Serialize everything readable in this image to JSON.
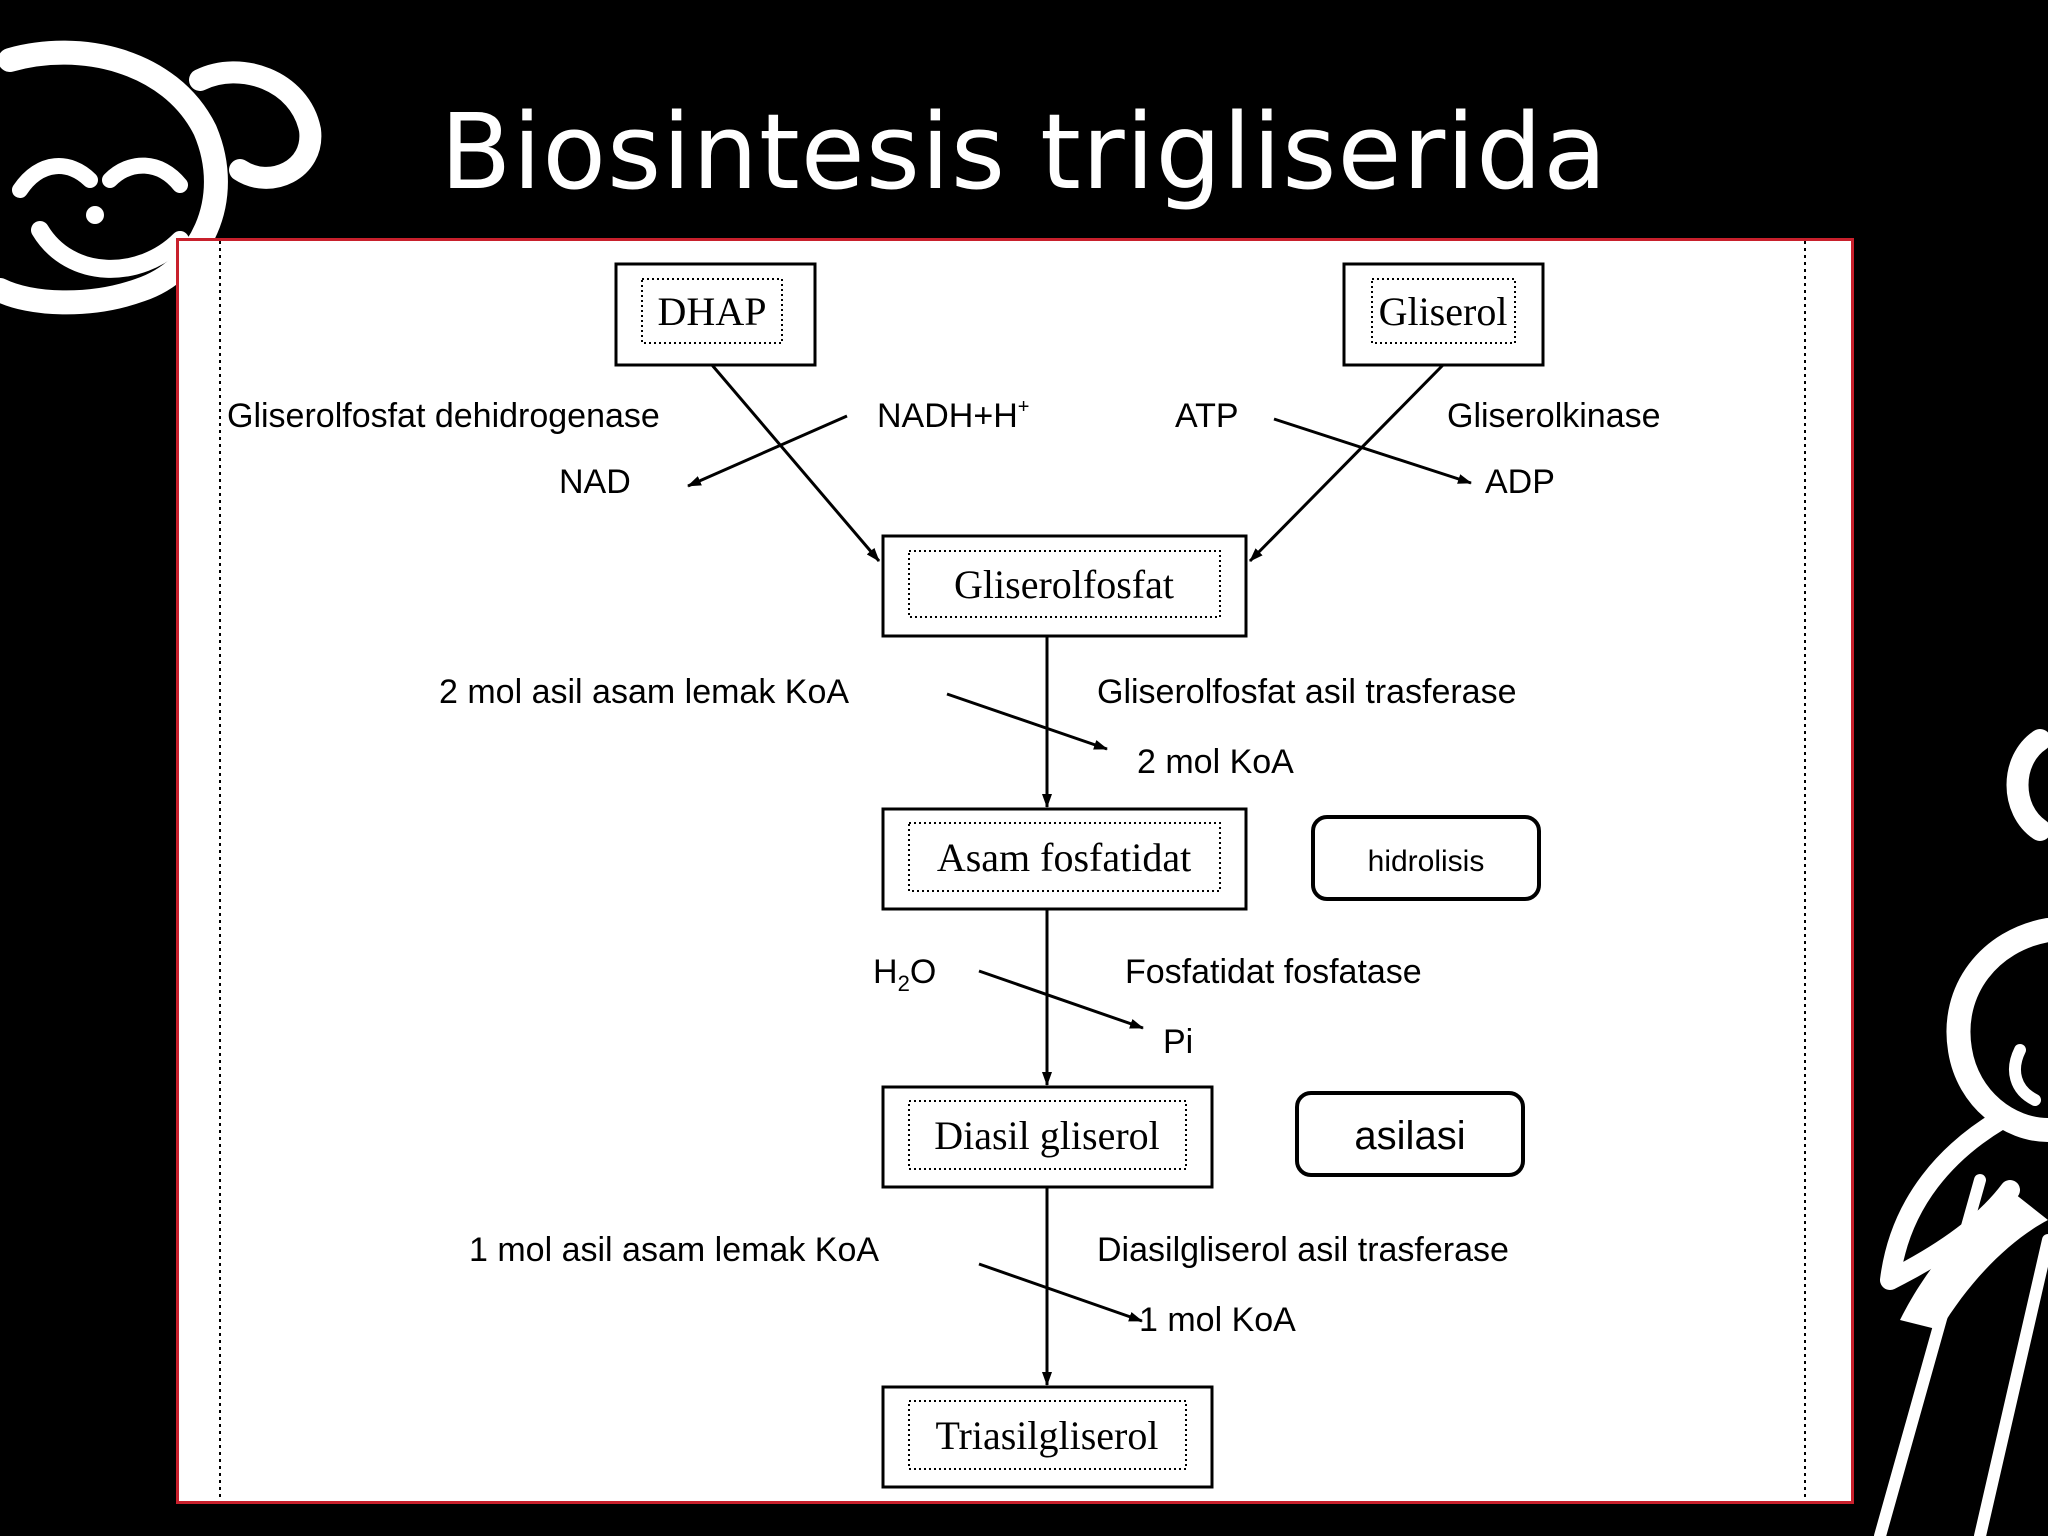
{
  "slide": {
    "title": "Biosintesis trigliserida"
  },
  "diagram": {
    "compounds": {
      "dhap": "DHAP",
      "gliserol": "Gliserol",
      "gliserolfosfat": "Gliserolfosfat",
      "asam_fosfatidat": "Asam fosfatidat",
      "diasil_gliserol": "Diasil gliserol",
      "triasilgliserol": "Triasilgliserol"
    },
    "reaction_labels": {
      "gliserolfosfat_dehidrogenase": "Gliserolfosfat dehidrogenase",
      "nadh": "NADH+H",
      "nadh_sup": "+",
      "nad": "NAD",
      "atp": "ATP",
      "gliserolkinase": "Gliserolkinase",
      "adp": "ADP",
      "asil_koa_2": "2 mol asil asam lemak KoA",
      "gliserolfosfat_asil_trasferase": "Gliserolfosfat asil trasferase",
      "koa_2": "2 mol KoA",
      "h2o_h": "H",
      "h2o_sub": "2",
      "h2o_o": "O",
      "fosfatidat_fosfatase": "Fosfatidat fosfatase",
      "pi": "Pi",
      "asil_koa_1": "1 mol asil asam lemak KoA",
      "diasilgliserol_asil_trasferase": "Diasilgliserol asil trasferase",
      "koa_1": "1 mol KoA"
    },
    "notes": {
      "hidrolisis": "hidrolisis",
      "asilasi": "asilasi"
    }
  },
  "colors": {
    "background": "#000000",
    "frame_border": "#c8202c",
    "diagram_background": "#ffffff"
  }
}
